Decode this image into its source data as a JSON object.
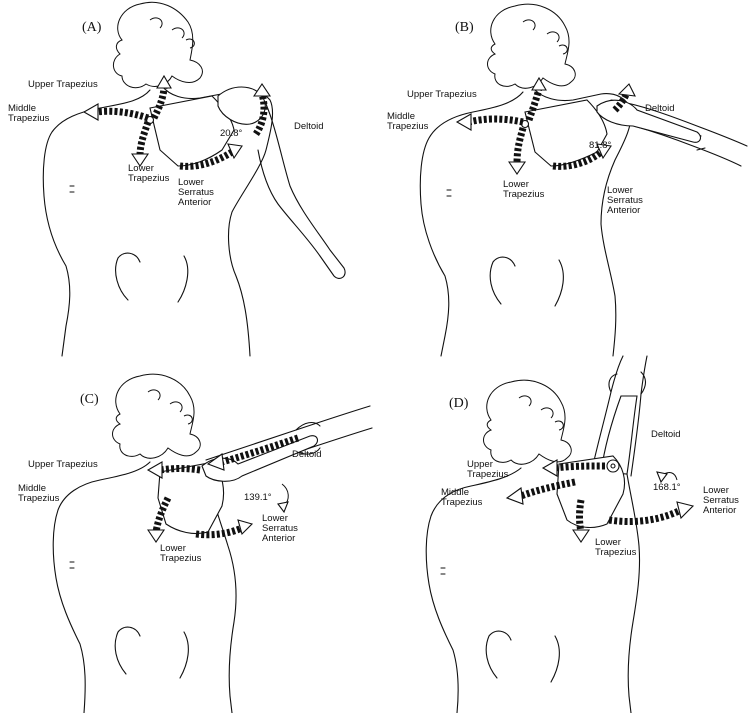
{
  "figure": {
    "panels": [
      {
        "id": "A",
        "label": "(A)",
        "angle": "20.8°",
        "muscles": {
          "upper_trapezius": "Upper Trapezius",
          "middle_trapezius": "Middle\nTrapezius",
          "lower_trapezius": "Lower\nTrapezius",
          "lower_serratus_anterior": "Lower\nSerratus\nAnterior",
          "deltoid": "Deltoid"
        }
      },
      {
        "id": "B",
        "label": "(B)",
        "angle": "81.8°",
        "muscles": {
          "upper_trapezius": "Upper Trapezius",
          "middle_trapezius": "Middle\nTrapezius",
          "lower_trapezius": "Lower\nTrapezius",
          "lower_serratus_anterior": "Lower\nSerratus\nAnterior",
          "deltoid": "Deltoid"
        }
      },
      {
        "id": "C",
        "label": "(C)",
        "angle": "139.1°",
        "muscles": {
          "upper_trapezius": "Upper Trapezius",
          "middle_trapezius": "Middle\nTrapezius",
          "lower_trapezius": "Lower\nTrapezius",
          "lower_serratus_anterior": "Lower\nSerratus\nAnterior",
          "deltoid": "Deltoid"
        }
      },
      {
        "id": "D",
        "label": "(D)",
        "angle": "168.1°",
        "muscles": {
          "upper_trapezius": "Upper\nTrapezius",
          "middle_trapezius": "Middle\nTrapezius",
          "lower_trapezius": "Lower\nTrapezius",
          "lower_serratus_anterior": "Lower\nSerratus\nAnterior",
          "deltoid": "Deltoid"
        }
      }
    ]
  }
}
